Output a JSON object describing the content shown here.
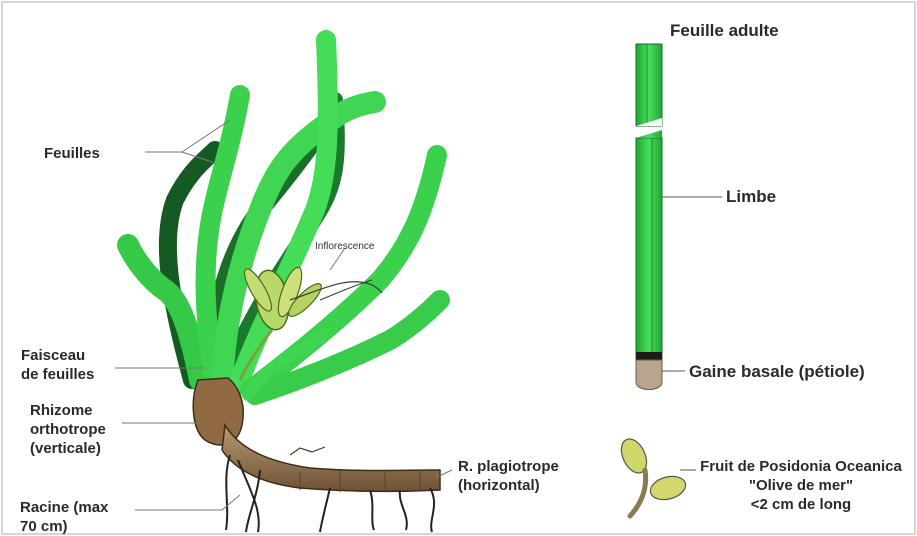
{
  "labels": {
    "feuilles": "Feuilles",
    "inflorescence": "Inflorescence",
    "faisceau": [
      "Faisceau",
      "de feuilles"
    ],
    "rhizome_ortho": [
      "Rhizome",
      "orthotrope",
      "(verticale)"
    ],
    "racine": [
      "Racine (max",
      "70 cm)"
    ],
    "plagiotrope": [
      "R. plagiotrope",
      "(horizontal)"
    ],
    "feuille_adulte": "Feuille adulte",
    "limbe": "Limbe",
    "gaine": "Gaine basale (pétiole)",
    "fruit": [
      "Fruit de Posidonia Oceanica",
      "\"Olive de mer\"",
      "<2 cm de long"
    ]
  },
  "colors": {
    "leaf_bright": "#3bd14a",
    "leaf_dark": "#1c6b2a",
    "rhizome": "#8c6a45",
    "root": "#2b2b2b",
    "gaine": "#b8a58e"
  }
}
